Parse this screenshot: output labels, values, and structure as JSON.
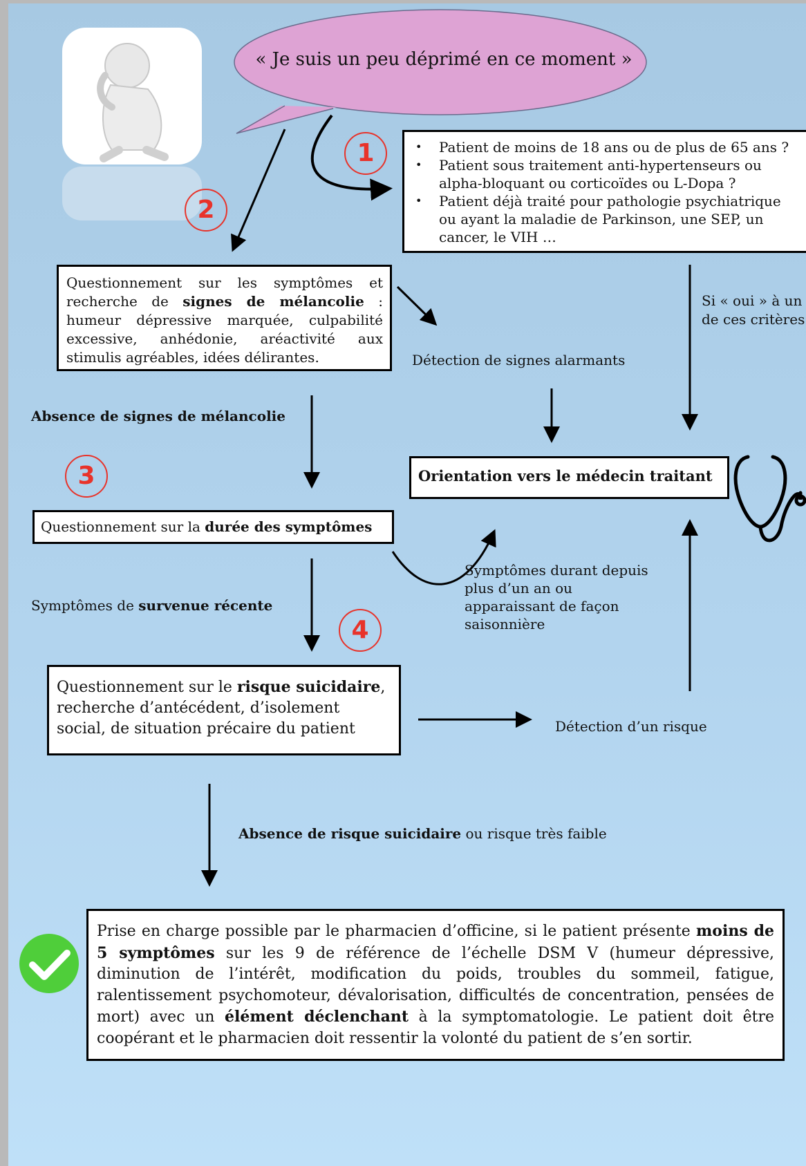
{
  "speech": "« Je suis un peu déprimé en ce moment »",
  "criteria_box": {
    "items": [
      "Patient de moins de 18 ans ou de plus de 65 ans ?",
      "Patient sous traitement anti-hypertenseurs ou alpha-bloquant ou corticoïdes ou L-Dopa ?",
      "Patient déjà traité pour pathologie psychiatrique ou ayant la maladie de Parkinson, une SEP, un cancer, le VIH …"
    ]
  },
  "step_numbers": [
    "1",
    "2",
    "3",
    "4"
  ],
  "melancholy_box": {
    "prefix": "Questionnement sur les symptômes et recherche de ",
    "bold": "signes de mélancolie",
    "suffix": " : humeur dépressive marquée, culpabilité excessive, anhédonie, aréactivité aux stimulis agréables, idées délirantes."
  },
  "labels": {
    "alarming": "Détection de signes alarmants",
    "yes_criteria": "Si « oui » à un de ces critères",
    "no_melancholy": "Absence de signes de mélancolie",
    "recent_prefix": "Symptômes de ",
    "recent_bold": "survenue récente",
    "long_duration": "Symptômes durant depuis plus d’un an ou apparaissant de façon saisonnière",
    "risk_detect": "Détection d’un risque",
    "no_risk_bold": "Absence de risque suicidaire",
    "no_risk_rest": " ou risque très faible"
  },
  "doctor_box": "Orientation vers le médecin traitant",
  "duration_box": {
    "prefix": "Questionnement sur la ",
    "bold": "durée des symptômes"
  },
  "suicide_box": {
    "prefix": "Questionnement sur le ",
    "bold": "risque suicidaire",
    "suffix": ", recherche d’antécédent, d’isolement social, de situation précaire du patient"
  },
  "final_box": {
    "p1": "Prise en charge possible par le pharmacien d’officine, si le patient présente ",
    "b1": "moins de 5 symptômes",
    "p2": " sur les 9 de référence de l’échelle DSM V (humeur dépressive, diminution de l’intérêt, modification du poids, troubles du sommeil, fatigue, ralentissement psychomoteur, dévalorisation, difficultés de concentration, pensées de mort) avec un ",
    "b2": "élément déclenchant",
    "p3": " à  la symptomatologie. Le patient doit être coopérant et le pharmacien doit ressentir la volonté du patient de s’en sortir."
  },
  "colors": {
    "speech_bubble": "#dea3d4",
    "step_number": "#e8332a",
    "check": "#4fce3a",
    "background_top": "#a7c9e3",
    "background_bottom": "#bfe0f8"
  },
  "icons": {
    "person": "depressed-person-icon",
    "stethoscope": "stethoscope-icon",
    "check": "check-circle-icon"
  }
}
